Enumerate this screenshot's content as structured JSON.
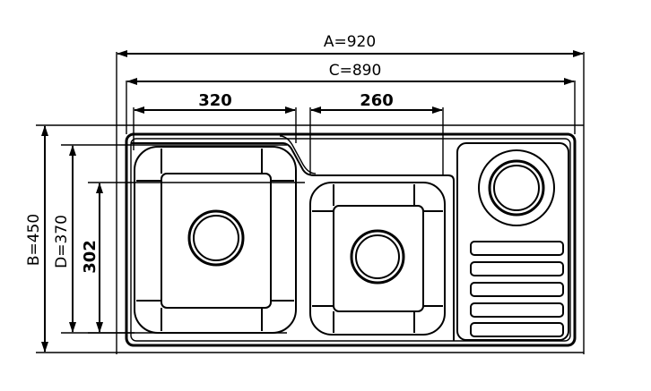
{
  "dimensions": {
    "a": "A=920",
    "c": "C=890",
    "left_bowl_width": "320",
    "right_bowl_width": "260",
    "b": "B=450",
    "d": "D=370",
    "inner_depth": "302"
  }
}
